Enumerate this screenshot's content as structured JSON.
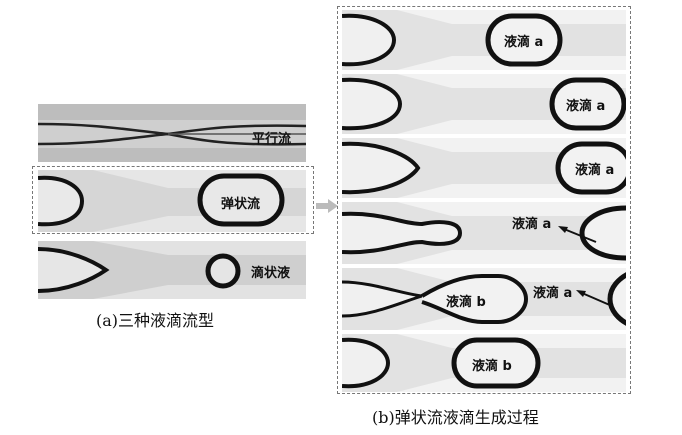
{
  "left": {
    "labels": {
      "parallel": "平行流",
      "slug": "弹状流",
      "dropletflow": "滴状液"
    },
    "caption": "(a)三种液滴流型"
  },
  "right": {
    "droplet_a": "液滴 a",
    "droplet_b": "液滴 b",
    "caption": "(b)弹状流液滴生成过程"
  }
}
